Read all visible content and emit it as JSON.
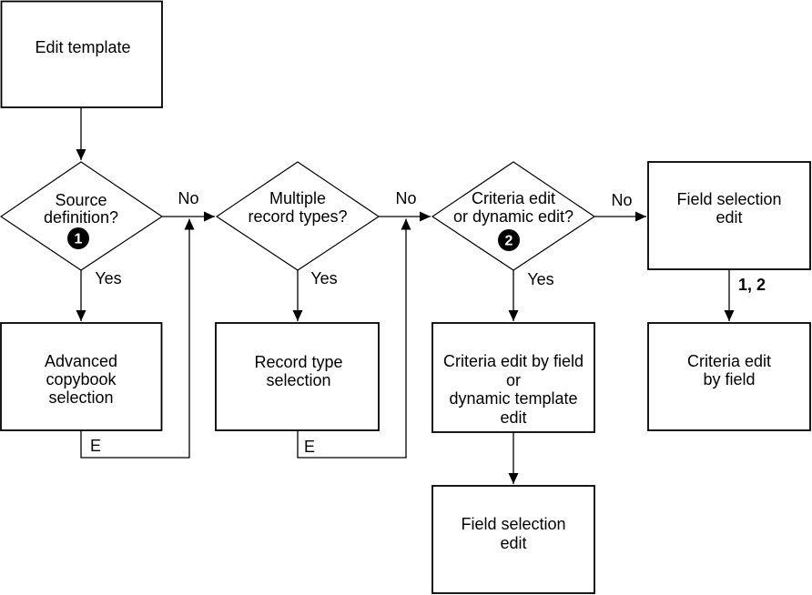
{
  "diagram": {
    "nodes": {
      "edit_template": {
        "label": "Edit template"
      },
      "source_definition": {
        "line1": "Source",
        "line2": "definition?",
        "badge": "1"
      },
      "multiple_record_types": {
        "line1": "Multiple",
        "line2": "record types?"
      },
      "criteria_or_dynamic": {
        "line1": "Criteria edit",
        "line2": "or dynamic edit?",
        "badge": "2"
      },
      "field_selection_edit_top": {
        "line1": "Field selection",
        "line2": "edit"
      },
      "advanced_copybook_selection": {
        "line1": "Advanced",
        "line2": "copybook",
        "line3": "selection"
      },
      "record_type_selection": {
        "line1": "Record type",
        "line2": "selection"
      },
      "criteria_edit_by_field_or_dynamic": {
        "line1": "Criteria edit by field",
        "line2": "or",
        "line3": "dynamic template",
        "line4": "edit"
      },
      "criteria_edit_by_field": {
        "line1": "Criteria edit",
        "line2": "by field"
      },
      "field_selection_edit_bottom": {
        "line1": "Field selection",
        "line2": "edit"
      }
    },
    "edge_labels": {
      "no_1": "No",
      "no_2": "No",
      "no_3": "No",
      "yes_1": "Yes",
      "yes_2": "Yes",
      "yes_3": "Yes",
      "exit_1": "E",
      "exit_2": "E",
      "one_two": "1, 2"
    },
    "colors": {
      "stroke": "#000000",
      "background": "#ffffff",
      "badge_fill": "#000000",
      "badge_text": "#ffffff"
    }
  }
}
